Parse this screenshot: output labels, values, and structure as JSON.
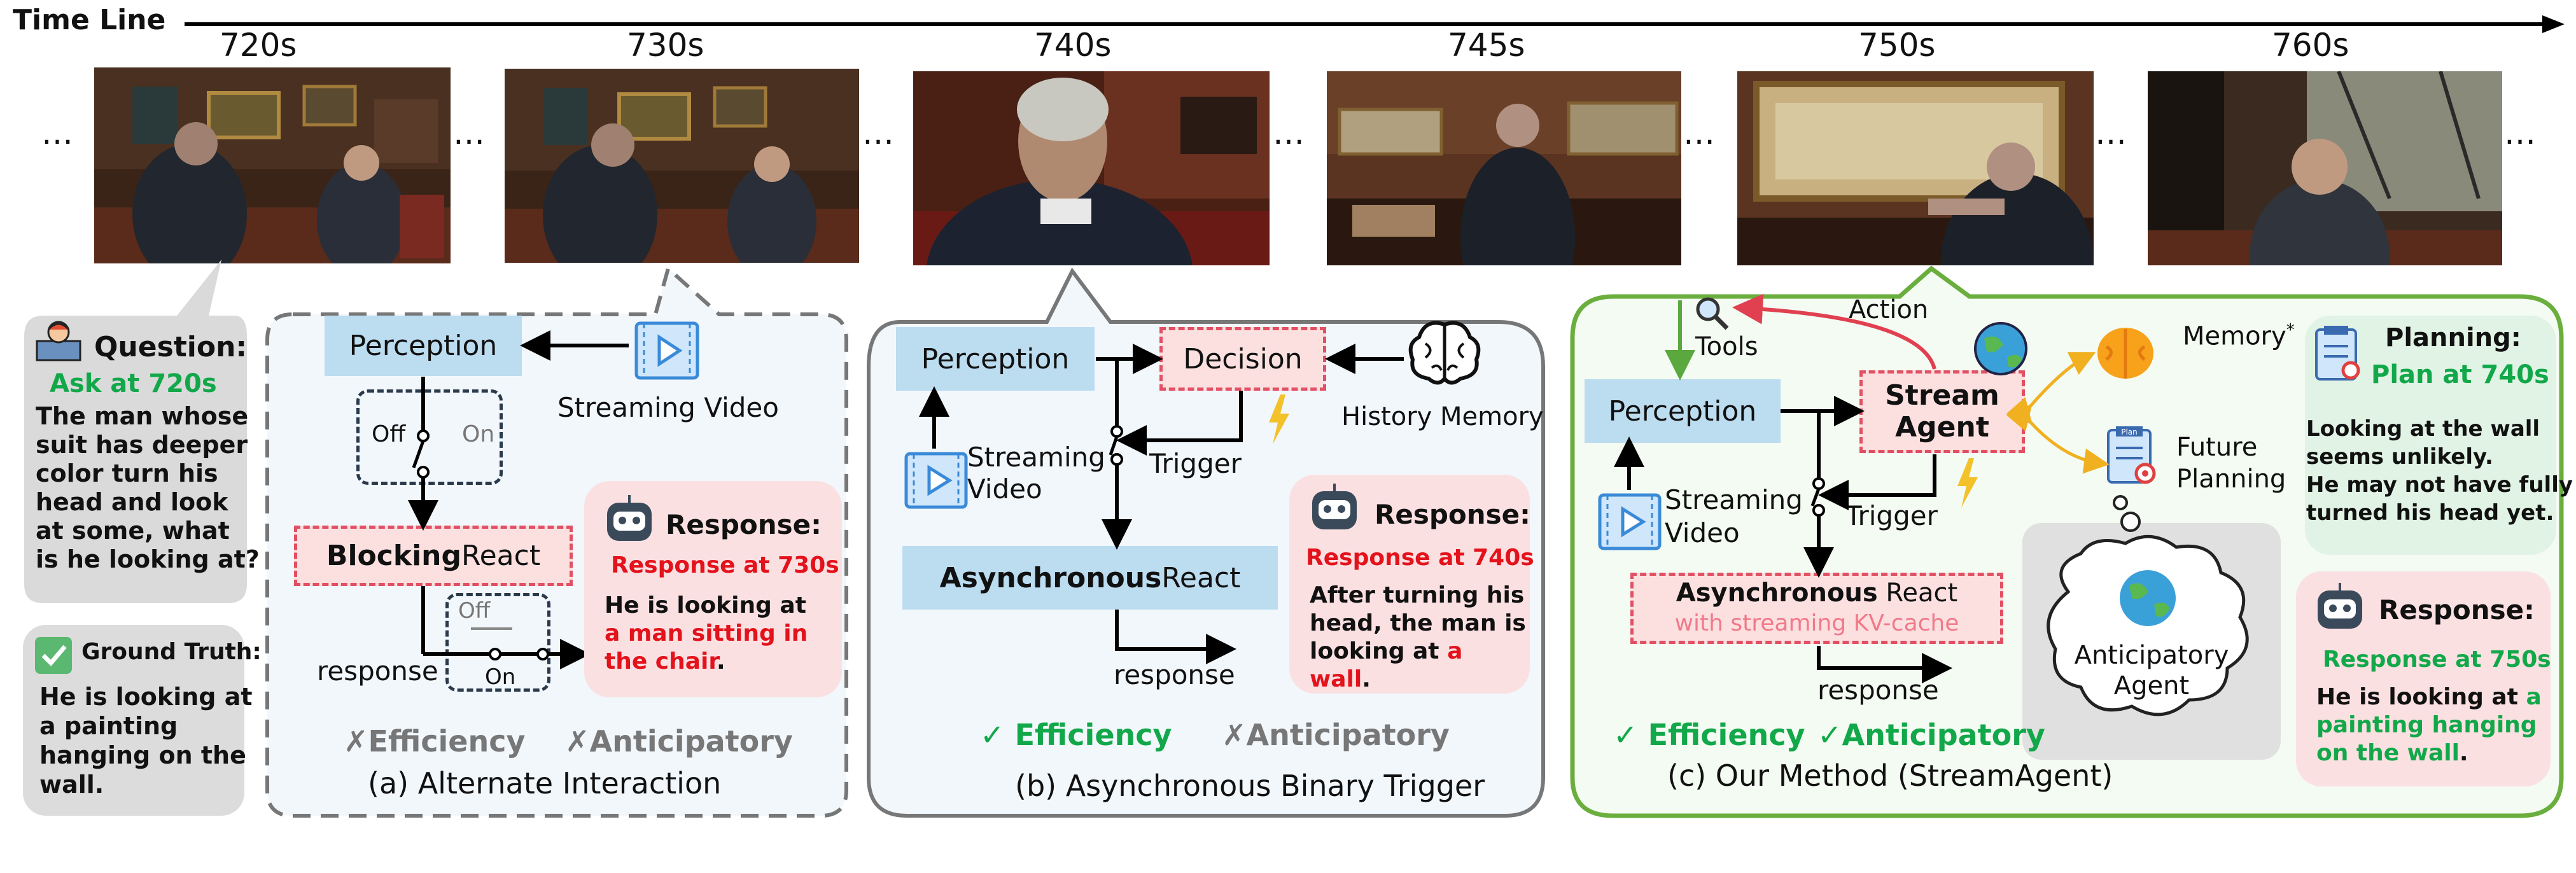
{
  "timeline": {
    "label": "Time Line",
    "times": [
      "720s",
      "730s",
      "740s",
      "745s",
      "750s",
      "760s"
    ],
    "ellipsis": "…"
  },
  "left": {
    "question_label": "Question:",
    "ask_at": "Ask at 720s",
    "question": [
      "The man whose",
      "suit has deeper",
      "color turn his",
      "head and look",
      "at some, what",
      "is he looking at?"
    ],
    "gt_label": "Ground Truth:",
    "gt": [
      "He is looking at",
      "a painting",
      "hanging on the",
      "wall."
    ]
  },
  "panel_a": {
    "perception": "Perception",
    "streaming_video": "Streaming Video",
    "off": "Off",
    "on": "On",
    "blocking_bold": "Blocking",
    "blocking_rest": " React",
    "response_word": "response",
    "response_label": "Response:",
    "response_at": "Response at 730s",
    "response_pre": "He is looking at ",
    "response_hl": "a man sitting in the chair",
    "efficiency": "Efficiency",
    "anticipatory": "Anticipatory",
    "caption": "(a) Alternate Interaction"
  },
  "panel_b": {
    "perception": "Perception",
    "decision": "Decision",
    "history_memory": "History Memory",
    "streaming": "Streaming",
    "video": "Video",
    "trigger": "Trigger",
    "async_bold": "Asynchronous",
    "async_rest": " React",
    "response_word": "response",
    "response_label": "Response:",
    "response_at": "Response at 740s",
    "response_text": [
      "After turning his",
      "head, the man is"
    ],
    "response_pre": "looking at ",
    "response_hl": "a wall",
    "efficiency": "Efficiency",
    "anticipatory": "Anticipatory",
    "caption": "(b) Asynchronous Binary Trigger"
  },
  "panel_c": {
    "tools": "Tools",
    "action": "Action",
    "perception": "Perception",
    "stream_agent": [
      "Stream",
      "Agent"
    ],
    "memory": "Memory",
    "memory_sup": "*",
    "future_planning": [
      "Future",
      "Planning"
    ],
    "plan_icon_text": "Plan",
    "streaming": "Streaming",
    "video": "Video",
    "trigger": "Trigger",
    "async_bold": "Asynchronous",
    "async_rest": " React",
    "kv": "with streaming KV-cache",
    "response_word": "response",
    "anticipatory_agent": [
      "Anticipatory",
      "Agent"
    ],
    "efficiency": "Efficiency",
    "anticipatory": "Anticipatory",
    "caption": "(c) Our Method (StreamAgent)",
    "planning_label": "Planning:",
    "plan_at": "Plan at 740s",
    "planning_text": [
      "Looking at the wall",
      "seems unlikely.",
      "He may not have fully",
      "turned his head yet."
    ],
    "response_label": "Response:",
    "response_at": "Response at 750s",
    "response_pre": "He is looking at ",
    "response_hl": "a painting hanging on the wall"
  },
  "marks": {
    "check": "✓",
    "cross": "✗"
  }
}
